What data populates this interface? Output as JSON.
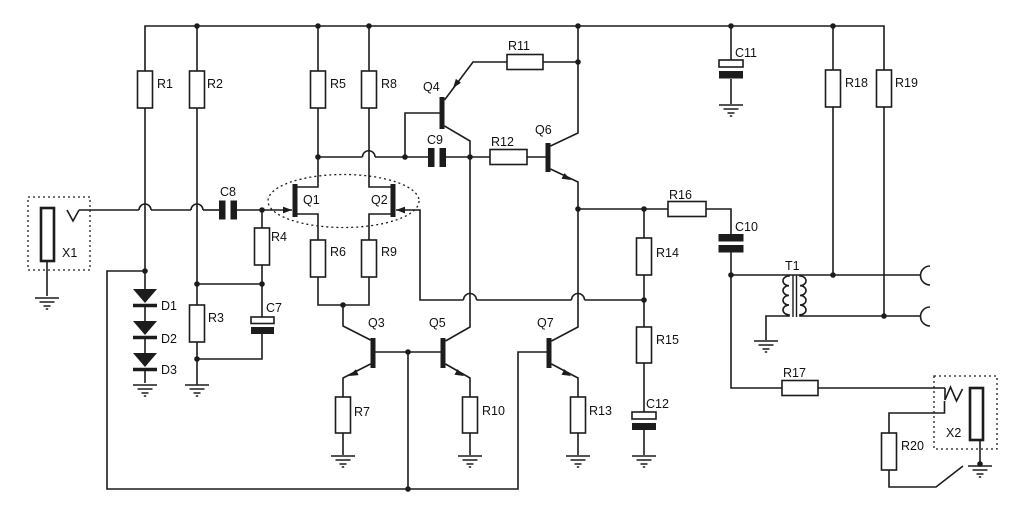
{
  "colors": {
    "line": "#1c1c1c",
    "background": "#ffffff"
  },
  "labels": {
    "r1": "R1",
    "r2": "R2",
    "r3": "R3",
    "r4": "R4",
    "r5": "R5",
    "r6": "R6",
    "r7": "R7",
    "r8": "R8",
    "r9": "R9",
    "r10": "R10",
    "r11": "R11",
    "r12": "R12",
    "r13": "R13",
    "r14": "R14",
    "r15": "R15",
    "r16": "R16",
    "r17": "R17",
    "r18": "R18",
    "r19": "R19",
    "r20": "R20",
    "c7": "C7",
    "c8": "C8",
    "c9": "C9",
    "c10": "C10",
    "c11": "C11",
    "c12": "C12",
    "q1": "Q1",
    "q2": "Q2",
    "q3": "Q3",
    "q4": "Q4",
    "q5": "Q5",
    "q6": "Q6",
    "q7": "Q7",
    "d1": "D1",
    "d2": "D2",
    "d3": "D3",
    "t1": "T1",
    "x1": "X1",
    "x2": "X2"
  }
}
